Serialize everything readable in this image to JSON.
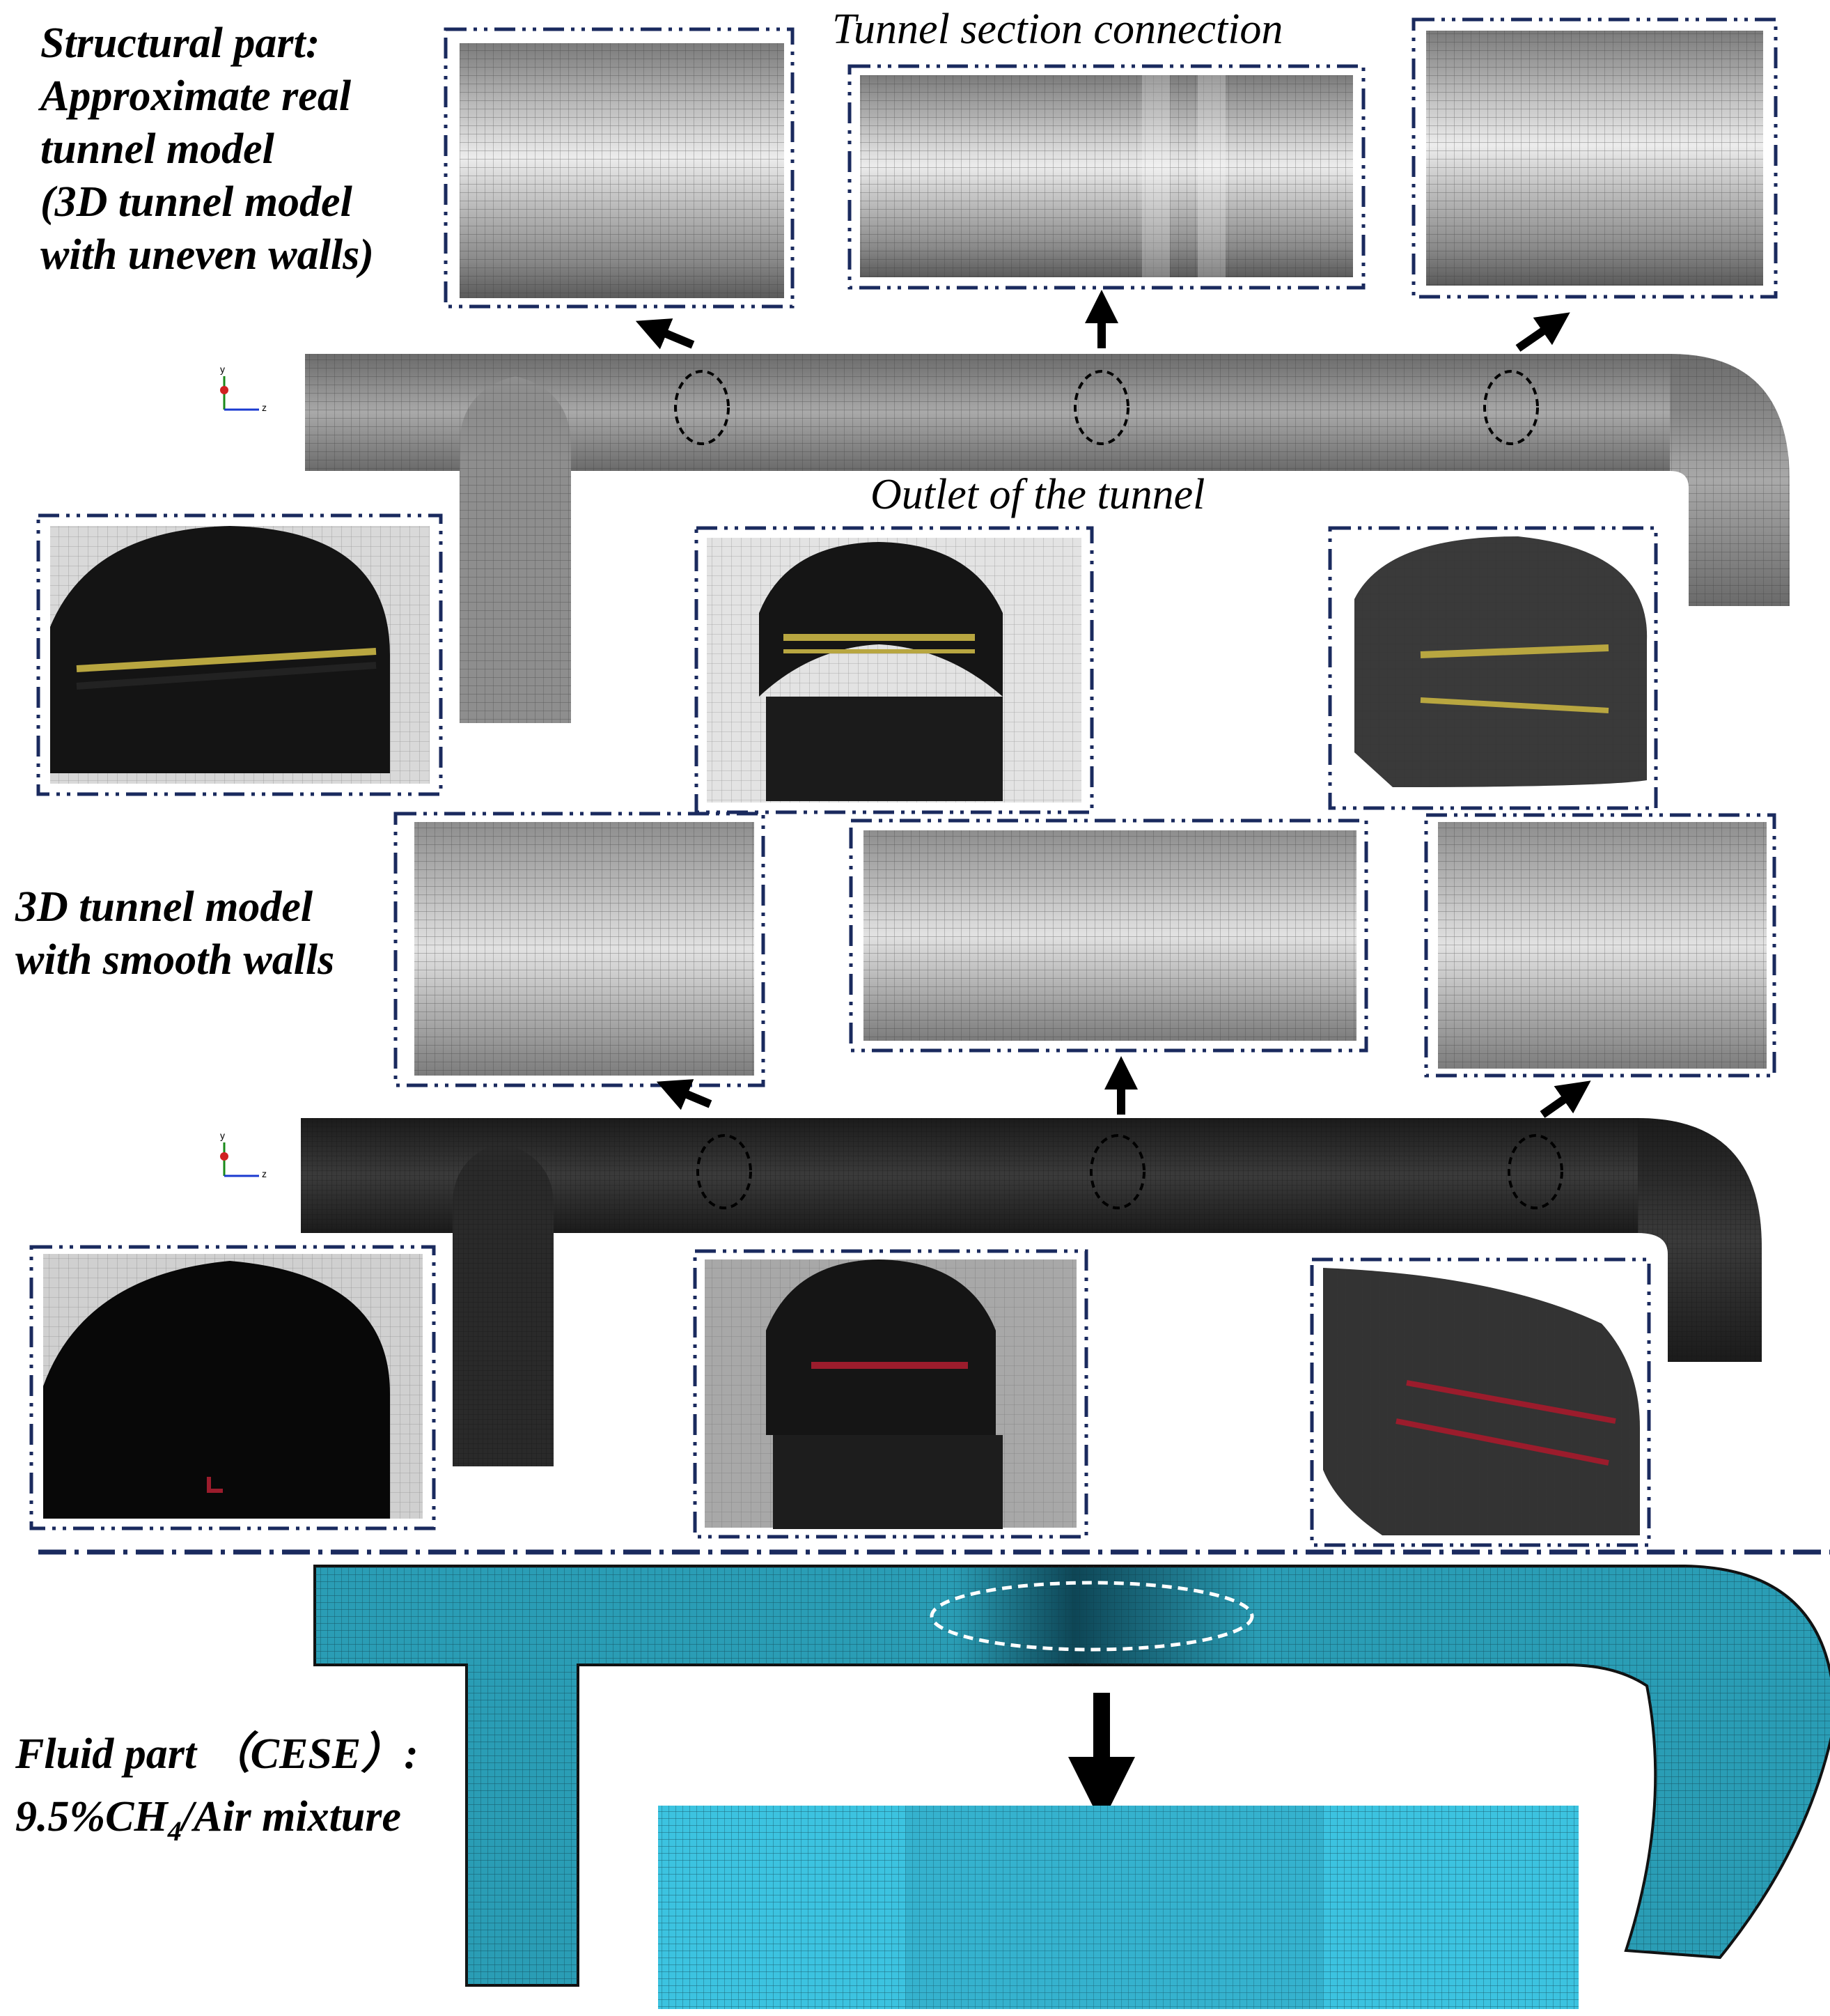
{
  "labels": {
    "structural_l1": "Structural part:",
    "structural_l2": "Approximate real",
    "structural_l3": "tunnel model",
    "structural_l4": "(3D tunnel model",
    "structural_l5": "with uneven walls)",
    "smooth_l1": "3D tunnel model",
    "smooth_l2": "with smooth walls",
    "fluid_l1": "Fluid part （CESE）:",
    "fluid_l2_a": "9.5%CH",
    "fluid_l2_sub": "4",
    "fluid_l2_b": "/Air mixture",
    "connection_caption": "Tunnel section connection",
    "outlet_caption": "Outlet of the tunnel"
  },
  "axis": {
    "y": "y",
    "z": "z"
  },
  "colors": {
    "frame": "#1a2a5e",
    "mesh_gray": "#9a9a9a",
    "mesh_dark": "#2b2b2b",
    "fluid_cyan": "#2a9db5",
    "fluid_light": "#3cc3e0",
    "rail_yellow": "#b8a640",
    "rail_red": "#9b1c2c"
  }
}
